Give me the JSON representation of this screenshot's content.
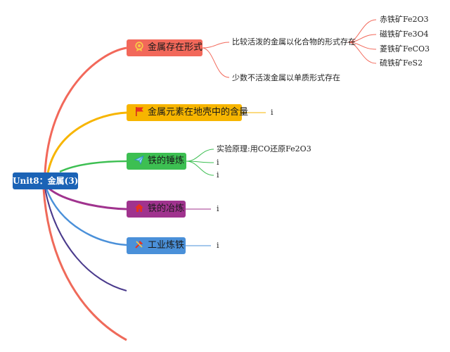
{
  "root": {
    "label": "Unit8：金属(3)"
  },
  "colors": {
    "root": "#1b63b6",
    "branch1": "#f2685a",
    "branch2": "#f7b500",
    "branch3": "#3dbf52",
    "branch4": "#a0338e",
    "branch5": "#4a90d9",
    "extra_dark": "#4a3a8c",
    "extra_red": "#ef6a5a"
  },
  "branches": [
    {
      "label": "金属存在形式",
      "icon": "medal-icon",
      "children": [
        {
          "label": "比较活泼的金属以化合物的形式存在",
          "children": [
            "赤铁矿Fe2O3",
            "磁铁矿Fe3O4",
            "菱铁矿FeCO3",
            "硫铁矿FeS2"
          ]
        },
        {
          "label": "少数不活泼金属以单质形式存在"
        }
      ]
    },
    {
      "label": "金属元素在地壳中的含量",
      "icon": "flag-icon",
      "children": [
        "i"
      ]
    },
    {
      "label": "铁的锤炼",
      "icon": "paper-plane-icon",
      "children": [
        "实验原理:用CO还原Fe2O3",
        "i",
        "i"
      ]
    },
    {
      "label": "铁的冶炼",
      "icon": "house-icon",
      "children": [
        "i"
      ]
    },
    {
      "label": "工业炼铁",
      "icon": "tools-icon",
      "children": [
        "i"
      ]
    }
  ]
}
